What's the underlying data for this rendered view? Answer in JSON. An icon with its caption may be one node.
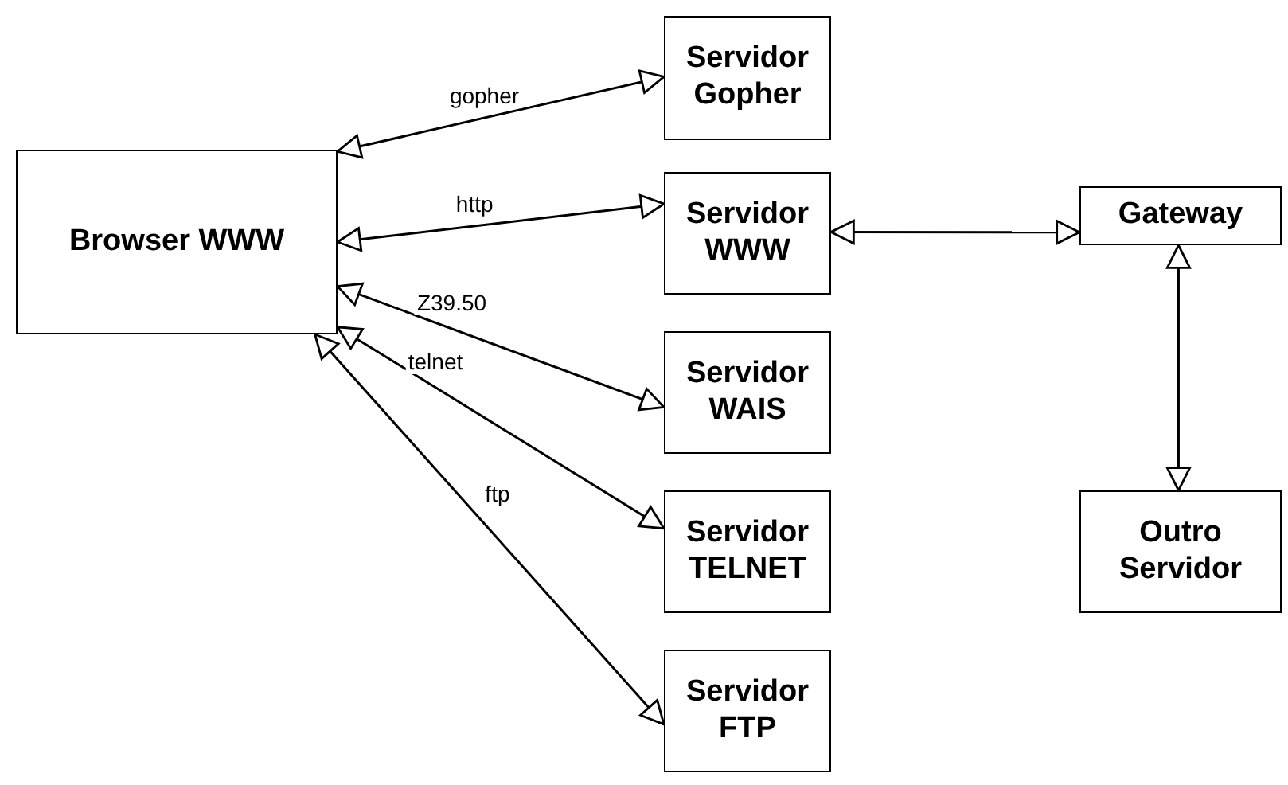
{
  "diagram": {
    "nodes": [
      {
        "text": [
          "Browser WWW"
        ]
      },
      {
        "text": [
          "Servidor Gopher"
        ]
      },
      {
        "text": [
          "Servidor WWW"
        ]
      },
      {
        "text": [
          "Servidor WAIS"
        ]
      },
      {
        "text": [
          "Servidor TELNET"
        ]
      },
      {
        "text": [
          "Servidor FTP"
        ]
      },
      {
        "text": [
          "Gateway"
        ]
      },
      {
        "text": [
          "Outro Servidor"
        ]
      }
    ],
    "edges": [
      {
        "from": 0,
        "to": 1,
        "arrow": "both",
        "label": "gopher"
      },
      {
        "from": 0,
        "to": 2,
        "arrow": "both",
        "label": "http"
      },
      {
        "from": 0,
        "to": 3,
        "arrow": "both",
        "label": "Z39.50"
      },
      {
        "from": 0,
        "to": 4,
        "arrow": "both",
        "label": "telnet"
      },
      {
        "from": 0,
        "to": 5,
        "arrow": "both",
        "label": "ftp"
      },
      {
        "from": 2,
        "to": 6,
        "arrow": "both"
      },
      {
        "from": 6,
        "to": 7,
        "arrow": "both"
      }
    ]
  }
}
